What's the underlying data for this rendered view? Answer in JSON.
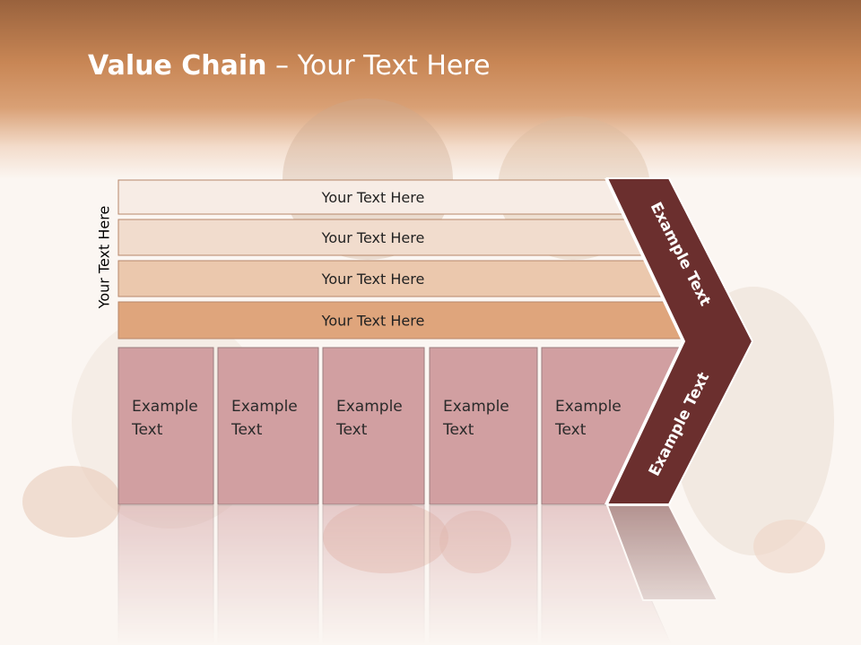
{
  "slide": {
    "title_bold": "Value Chain",
    "title_rest": " – Your Text Here",
    "side_label": "Your Text Here"
  },
  "support_rows": [
    {
      "label": "Your Text Here",
      "color": "#f7ece5"
    },
    {
      "label": "Your Text Here",
      "color": "#f1dccd"
    },
    {
      "label": "Your Text Here",
      "color": "#ebc8ad"
    },
    {
      "label": "Your Text Here",
      "color": "#dfa57c"
    }
  ],
  "primary_boxes": [
    {
      "line1": "Example",
      "line2": "Text"
    },
    {
      "line1": "Example",
      "line2": "Text"
    },
    {
      "line1": "Example",
      "line2": "Text"
    },
    {
      "line1": "Example",
      "line2": "Text"
    },
    {
      "line1": "Example",
      "line2": "Text"
    }
  ],
  "chevron": {
    "upper_label": "Example Text",
    "lower_label": "Example Text",
    "color": "#6b2f2e"
  },
  "colors": {
    "box_fill": "#d19fa1",
    "box_border": "#9b7d7e"
  }
}
